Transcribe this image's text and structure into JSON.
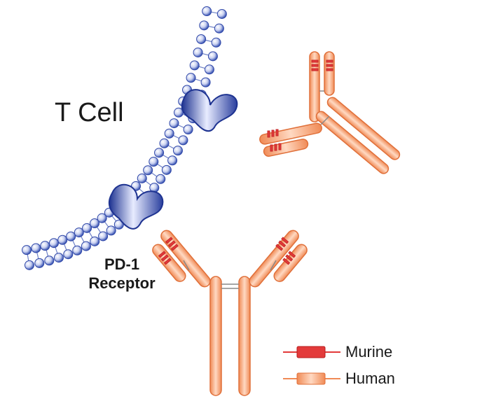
{
  "labels": {
    "t_cell": "T Cell",
    "pd1_line1": "PD-1",
    "pd1_line2": "Receptor"
  },
  "legend": {
    "murine": "Murine",
    "human": "Human"
  },
  "colors": {
    "membrane_blue": "#3d57b5",
    "receptor_blue": "#2f47a8",
    "antibody_orange": "#f2a074",
    "antibody_outline": "#e0703a",
    "murine_red": "#e33a3a"
  }
}
